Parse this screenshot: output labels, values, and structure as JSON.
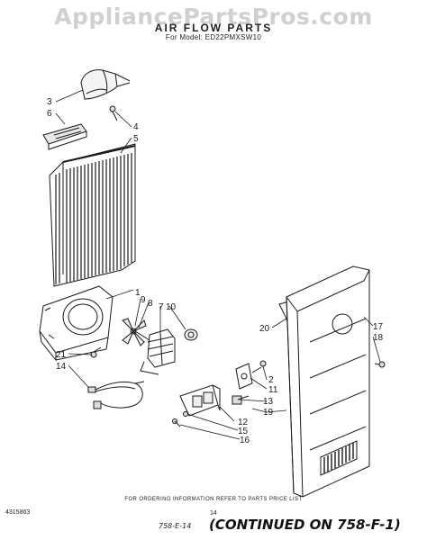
{
  "header": {
    "watermark": "AppliancePartsPros.com",
    "title": "AIR FLOW PARTS",
    "model": "For Model: ED22PMXSW10"
  },
  "callouts": {
    "c3": "3",
    "c6": "6",
    "c4": "4",
    "c5": "5",
    "c1": "1",
    "c9": "9",
    "c8": "8",
    "c7": "7",
    "c10": "10",
    "c21": "21",
    "c14": "14",
    "c20": "20",
    "c17": "17",
    "c18": "18",
    "c2": "2",
    "c11": "11",
    "c13": "13",
    "c19": "19",
    "c12": "12",
    "c15": "15",
    "c16": "16"
  },
  "footer": {
    "ordering_note": "FOR ORDERING INFORMATION REFER TO PARTS PRICE LIST",
    "doc_number": "4315863",
    "page_number": "14",
    "handwritten_ref": "758-E-14",
    "continued": "(CONTINUED ON 758-F-1)"
  }
}
